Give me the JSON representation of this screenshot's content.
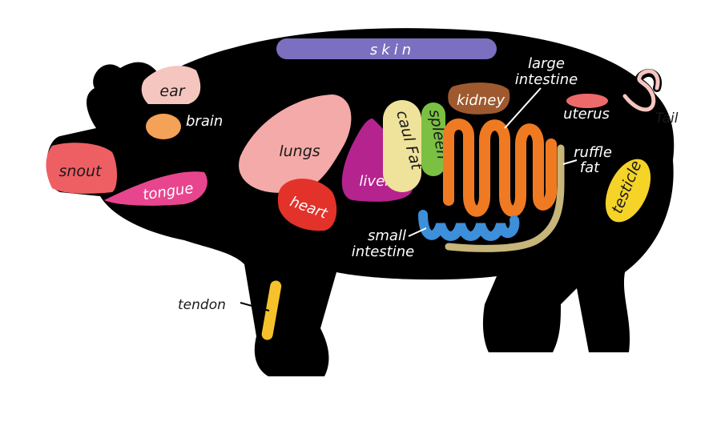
{
  "diagram": {
    "background": "#ffffff",
    "body_color": "#000000",
    "parts": [
      {
        "id": "skin",
        "label": "skin",
        "color": "#7b6fbf"
      },
      {
        "id": "ear",
        "label": "ear",
        "color": "#f5c6c0"
      },
      {
        "id": "brain",
        "label": "brain",
        "color": "#f4a257"
      },
      {
        "id": "snout",
        "label": "snout",
        "color": "#ee5f63"
      },
      {
        "id": "tongue",
        "label": "tongue",
        "color": "#e8458f"
      },
      {
        "id": "lungs",
        "label": "lungs",
        "color": "#f4aaa8"
      },
      {
        "id": "heart",
        "label": "heart",
        "color": "#e2322a"
      },
      {
        "id": "liver",
        "label": "liver",
        "color": "#b5238e"
      },
      {
        "id": "caul_fat",
        "label": "caul Fat",
        "color": "#efe29a"
      },
      {
        "id": "spleen",
        "label": "spleen",
        "color": "#7bc043"
      },
      {
        "id": "kidney",
        "label": "kidney",
        "color": "#9e5a2e"
      },
      {
        "id": "large_intestine",
        "label": "large intestine",
        "color": "#f07a22"
      },
      {
        "id": "uterus",
        "label": "uterus",
        "color": "#ee6a6a"
      },
      {
        "id": "tail",
        "label": "Tail",
        "color": "#f5c6c0"
      },
      {
        "id": "ruffle_fat",
        "label": "ruffle fat",
        "color": "#c8b57a"
      },
      {
        "id": "testicle",
        "label": "testicle",
        "color": "#f5d327"
      },
      {
        "id": "small_intestine",
        "label": "small intestine",
        "color": "#3c8fd8"
      },
      {
        "id": "tendon",
        "label": "tendon",
        "color": "#f5c22b"
      }
    ],
    "labels": {
      "skin": "skin",
      "ear": "ear",
      "brain": "brain",
      "snout": "snout",
      "tongue": "tongue",
      "lungs": "lungs",
      "heart": "heart",
      "liver": "liver",
      "caul_fat": "caul Fat",
      "spleen": "spleen",
      "kidney": "kidney",
      "large_intestine_1": "large",
      "large_intestine_2": "intestine",
      "uterus": "uterus",
      "tail": "Tail",
      "ruffle_fat_1": "ruffle",
      "ruffle_fat_2": "fat",
      "testicle": "testicle",
      "small_intestine_1": "small",
      "small_intestine_2": "intestine",
      "tendon": "tendon"
    }
  }
}
